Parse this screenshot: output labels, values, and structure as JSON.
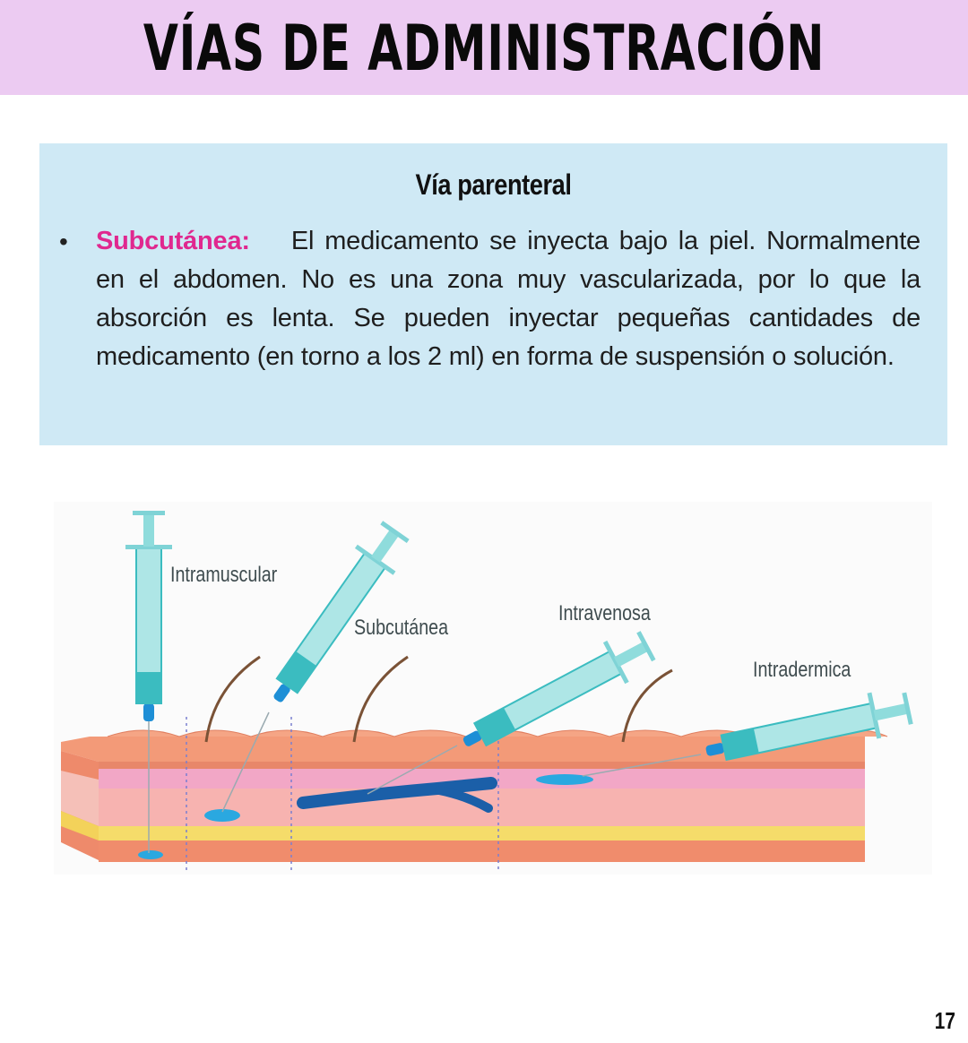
{
  "header": {
    "title": "VÍAS DE ADMINISTRACIÓN",
    "background_color": "#eccbf2"
  },
  "info_box": {
    "heading": "Vía parenteral",
    "background_color": "#cfe9f5",
    "bullet": "•",
    "term": "Subcutánea:",
    "term_color": "#e0288f",
    "description": "El medicamento se inyecta bajo la piel. Normalmente en el abdomen. No es una zona muy vascularizada, por lo que la absorción es lenta. Se pueden inyectar pequeñas cantidades de medicamento (en torno a los 2 ml) en forma de suspensión o solución."
  },
  "figure": {
    "description": "Illustration of skin cross-section with four syringes showing injection routes",
    "labels": {
      "intramuscular": "Intramuscular",
      "subcutanea": "Subcutánea",
      "intravenosa": "Intravenosa",
      "intradermica": "Intradermica"
    },
    "colors": {
      "syringe": "#aee6e6",
      "syringe_dark": "#3bbcc0",
      "needle_hub": "#1e8fd6",
      "medication": "#2aa8e0",
      "vein": "#1b5fa8",
      "epidermis": "#f39a78",
      "dermis": "#f7b3b0",
      "dermis_pink": "#f2a7c6",
      "fat": "#f5dc6a",
      "muscle": "#f08c6c",
      "hair": "#7a5236"
    }
  },
  "footer": {
    "page_number": "17"
  }
}
